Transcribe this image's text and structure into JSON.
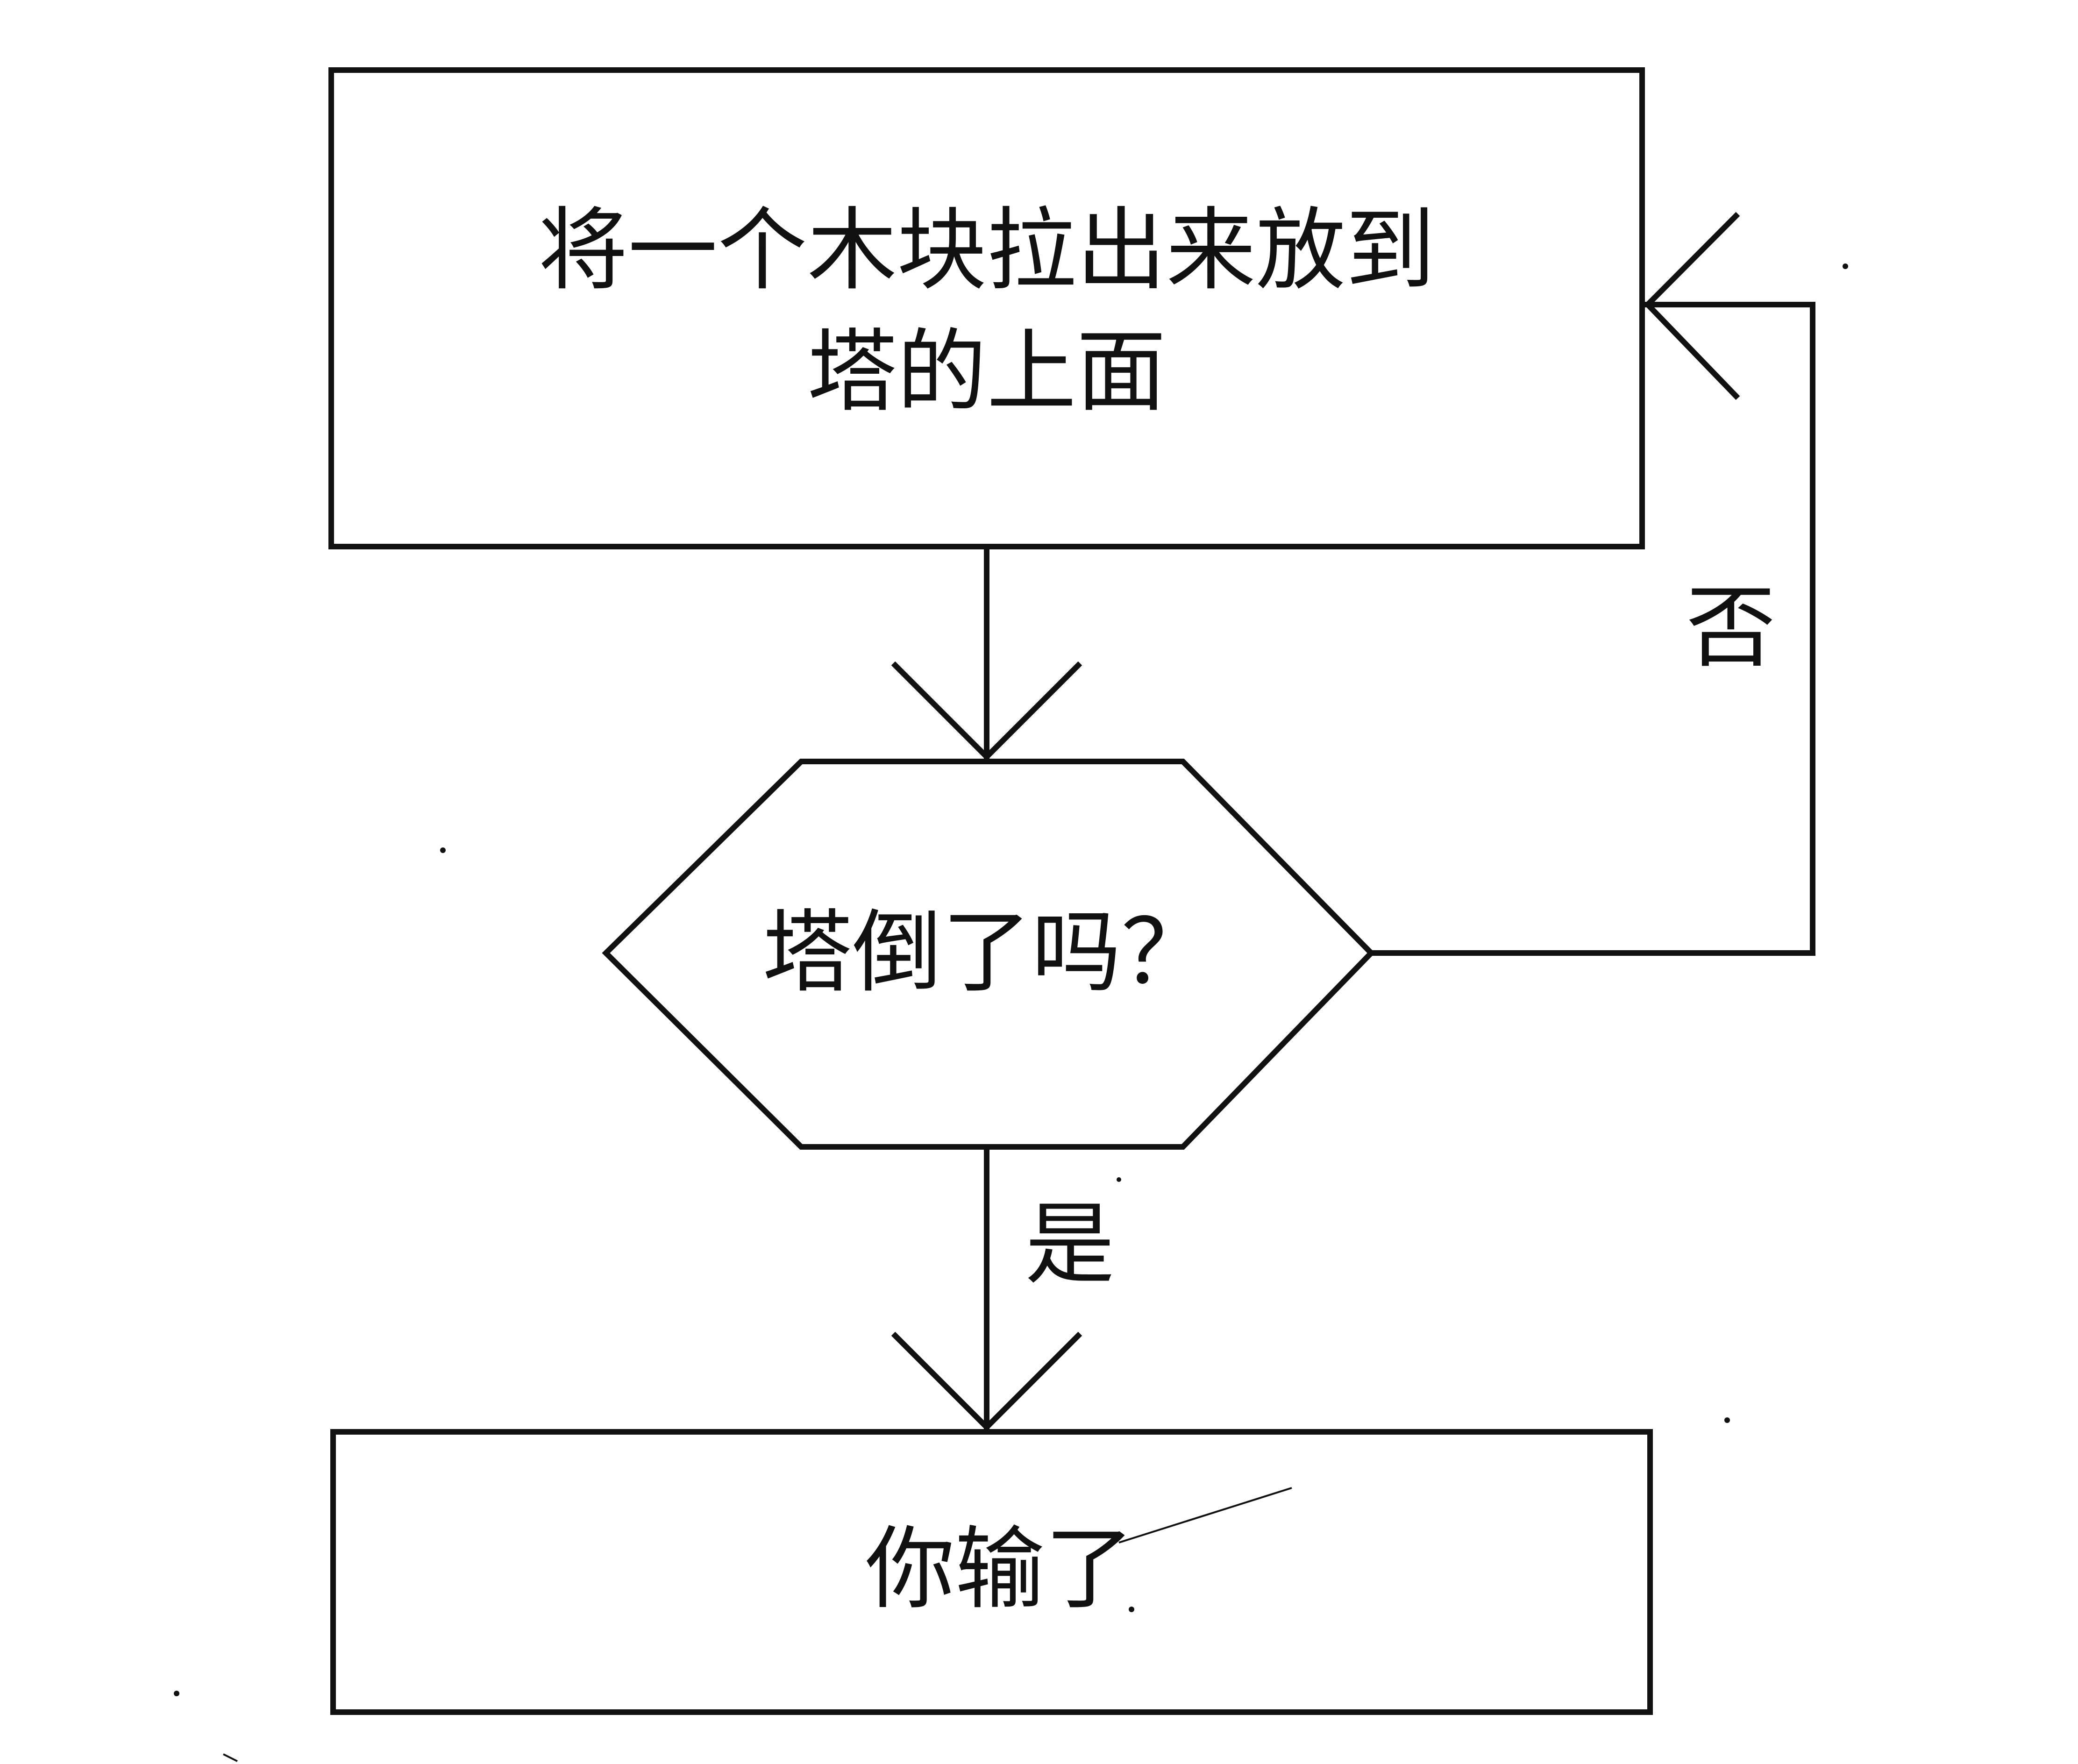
{
  "colors": {
    "ink": "#111111",
    "background": "#ffffff"
  },
  "nodes": {
    "step_place_block": {
      "shape": "rectangle",
      "lines": [
        "将一个木块拉出来放到",
        "塔的上面"
      ]
    },
    "decision_tower_fell": {
      "shape": "hexagon",
      "text": "塔倒了吗？"
    },
    "end_you_lose": {
      "shape": "rectangle",
      "text": "你输了"
    }
  },
  "edges": {
    "place_to_decision": {
      "from": "step_place_block",
      "to": "decision_tower_fell",
      "label": ""
    },
    "decision_no_loop": {
      "from": "decision_tower_fell",
      "to": "step_place_block",
      "label": "否"
    },
    "decision_yes": {
      "from": "decision_tower_fell",
      "to": "end_you_lose",
      "label": "是"
    }
  }
}
